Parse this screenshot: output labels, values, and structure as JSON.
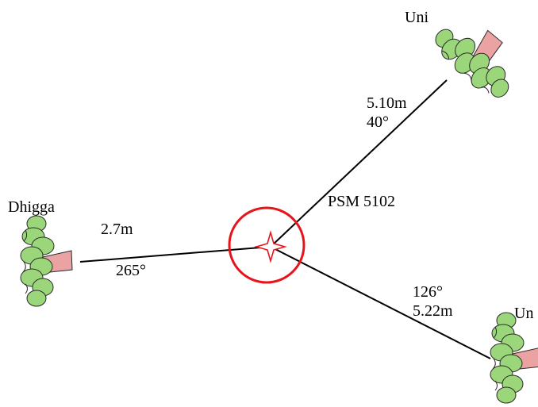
{
  "station": {
    "label": "PSM 5102",
    "marker_color": "#e8141c",
    "circle_color": "#e8141c"
  },
  "witness_trees": [
    {
      "id": "tree-northeast",
      "name": "Uni",
      "distance": "5.10m",
      "bearing": "40°"
    },
    {
      "id": "tree-west",
      "name": "Dhigga",
      "distance": "2.7m",
      "bearing": "265°"
    },
    {
      "id": "tree-southeast",
      "name": "Un",
      "distance": "5.22m",
      "bearing": "126°"
    }
  ],
  "colors": {
    "line": "#000000",
    "foliage": "#9bd77a",
    "foliage_outline": "#2b2b2b",
    "trunk": "#eaa2a2"
  },
  "icons": [
    "tree-icon",
    "survey-marker-icon"
  ]
}
